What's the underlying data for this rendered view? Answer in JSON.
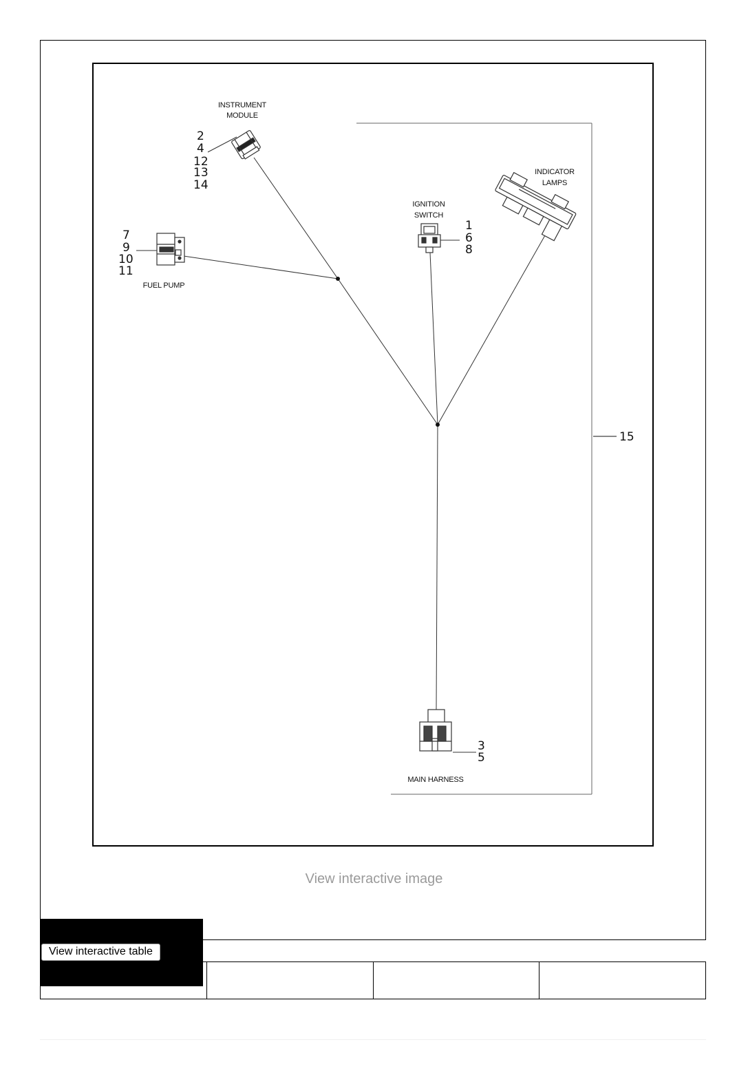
{
  "diagram": {
    "components": {
      "instrument_module": {
        "label_lines": [
          "INSTRUMENT",
          "MODULE"
        ],
        "callouts": [
          "2",
          "4",
          "12",
          "13",
          "14"
        ]
      },
      "fuel_pump": {
        "label_lines": [
          "FUEL PUMP"
        ],
        "callouts": [
          "7",
          "9",
          "10",
          "11"
        ]
      },
      "ignition_switch": {
        "label_lines": [
          "IGNITION",
          "SWITCH"
        ],
        "callouts": [
          "1",
          "6",
          "8"
        ]
      },
      "indicator_lamps": {
        "label_lines": [
          "INDICATOR",
          "LAMPS"
        ],
        "callouts": []
      },
      "main_harness": {
        "label_lines": [
          "MAIN HARNESS"
        ],
        "callouts": [
          "3",
          "5"
        ]
      }
    },
    "harness_callout": "15"
  },
  "links": {
    "view_image": "View interactive image",
    "view_table": "View interactive table"
  },
  "footer_table": {
    "cells": [
      "",
      "",
      "",
      ""
    ]
  }
}
